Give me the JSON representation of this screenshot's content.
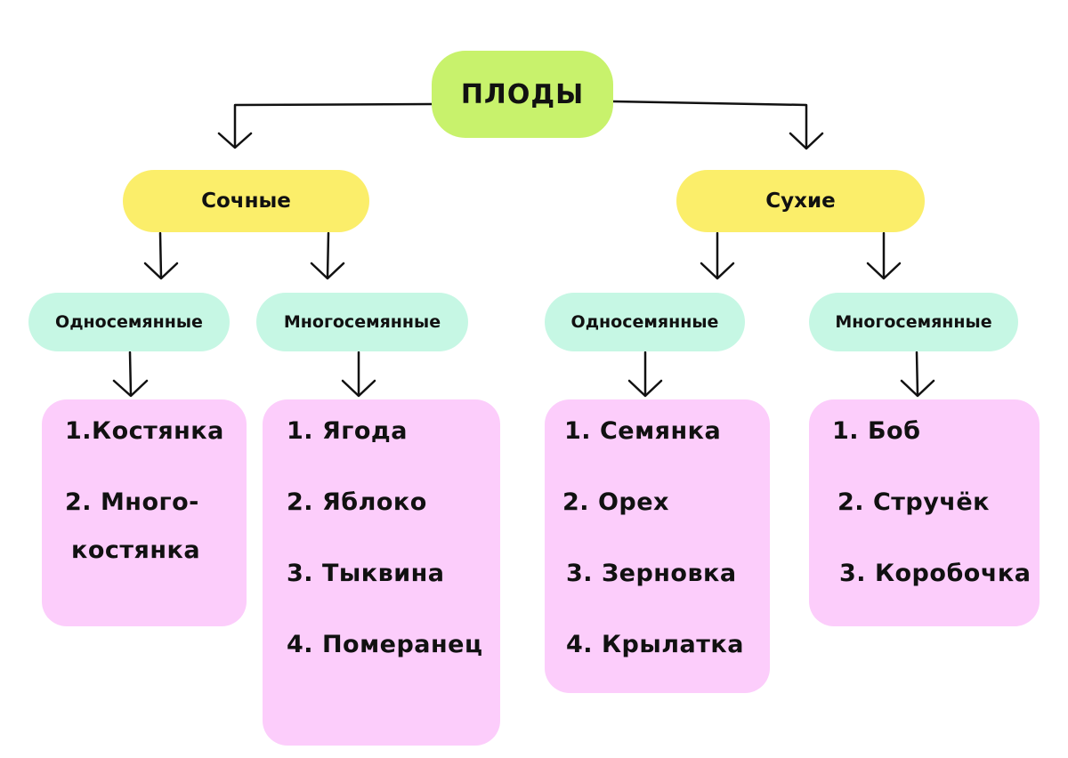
{
  "colors": {
    "root": "#c8f26c",
    "category": "#fbee6a",
    "subcategory": "#c6f7e4",
    "list": "#fccdfb",
    "stroke": "#111111"
  },
  "root": {
    "label": "ПЛОДЫ"
  },
  "categories": [
    {
      "label": "Сочные",
      "groups": [
        {
          "label": "Односемянные",
          "items": [
            "1.Костянка",
            "2. Много-",
            "костянка"
          ]
        },
        {
          "label": "Многосемянные",
          "items": [
            "1. Ягода",
            "2. Яблоко",
            "3. Тыквина",
            "4. Померанец"
          ]
        }
      ]
    },
    {
      "label": "Сухие",
      "groups": [
        {
          "label": "Односемянные",
          "items": [
            "1. Семянка",
            "2. Орех",
            "3. Зерновка",
            "4. Крылатка"
          ]
        },
        {
          "label": "Многосемянные",
          "items": [
            "1. Боб",
            "2. Стручёк",
            "3. Коробочка"
          ]
        }
      ]
    }
  ]
}
